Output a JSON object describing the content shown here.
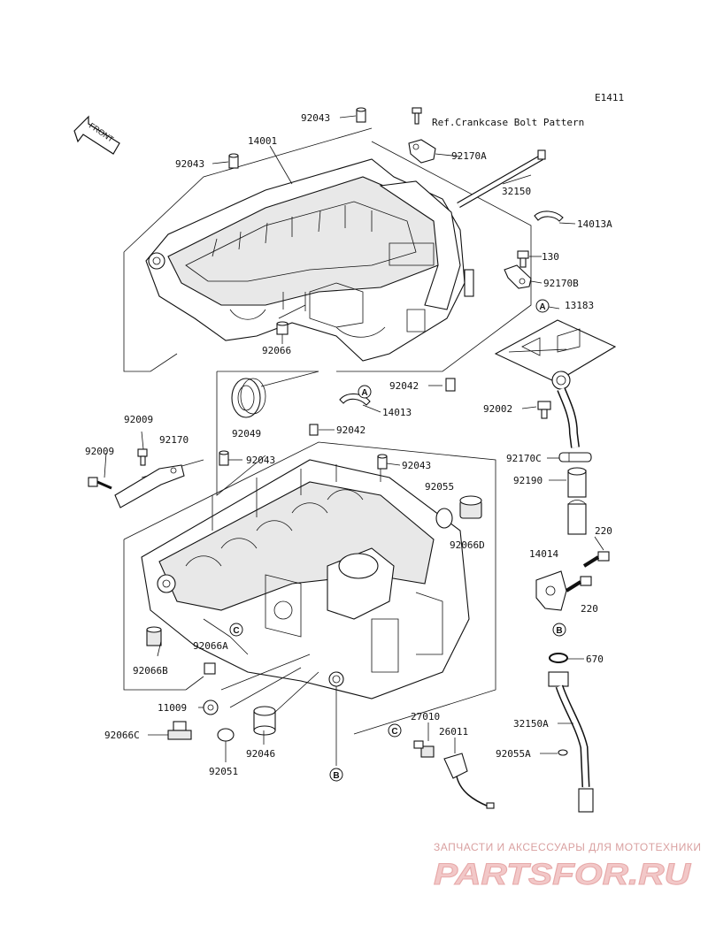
{
  "diagram": {
    "code": "E1411",
    "front_label": "FRONT",
    "ref_note": "Ref.Crankcase Bolt Pattern"
  },
  "callouts": [
    {
      "id": "p14001",
      "label": "14001"
    },
    {
      "id": "p92043_top",
      "label": "92043"
    },
    {
      "id": "p92043_left",
      "label": "92043"
    },
    {
      "id": "p92170A",
      "label": "92170A"
    },
    {
      "id": "p32150",
      "label": "32150"
    },
    {
      "id": "p14013A",
      "label": "14013A"
    },
    {
      "id": "p130",
      "label": "130"
    },
    {
      "id": "p92170B",
      "label": "92170B"
    },
    {
      "id": "p13183",
      "label": "13183"
    },
    {
      "id": "p92066",
      "label": "92066"
    },
    {
      "id": "p92042_a",
      "label": "92042"
    },
    {
      "id": "p14013",
      "label": "14013"
    },
    {
      "id": "p92049",
      "label": "92049"
    },
    {
      "id": "p92042_b",
      "label": "92042"
    },
    {
      "id": "p92002",
      "label": "92002"
    },
    {
      "id": "p92009_a",
      "label": "92009"
    },
    {
      "id": "p92170",
      "label": "92170"
    },
    {
      "id": "p92009_b",
      "label": "92009"
    },
    {
      "id": "p92043_c",
      "label": "92043"
    },
    {
      "id": "p92043_d",
      "label": "92043"
    },
    {
      "id": "p92055",
      "label": "92055"
    },
    {
      "id": "p92066D",
      "label": "92066D"
    },
    {
      "id": "p92170C",
      "label": "92170C"
    },
    {
      "id": "p92190",
      "label": "92190"
    },
    {
      "id": "p220_a",
      "label": "220"
    },
    {
      "id": "p14014",
      "label": "14014"
    },
    {
      "id": "p220_b",
      "label": "220"
    },
    {
      "id": "p670",
      "label": "670"
    },
    {
      "id": "p92066B",
      "label": "92066B"
    },
    {
      "id": "p92066A",
      "label": "92066A"
    },
    {
      "id": "p11009",
      "label": "11009"
    },
    {
      "id": "p92066C",
      "label": "92066C"
    },
    {
      "id": "p92046",
      "label": "92046"
    },
    {
      "id": "p92051",
      "label": "92051"
    },
    {
      "id": "p27010",
      "label": "27010"
    },
    {
      "id": "p26011",
      "label": "26011"
    },
    {
      "id": "p32150A",
      "label": "32150A"
    },
    {
      "id": "p92055A",
      "label": "92055A"
    }
  ],
  "markers": [
    "A",
    "A",
    "B",
    "B",
    "C",
    "C"
  ],
  "watermark": {
    "tagline": "ЗАПЧАСТИ И АКСЕССУАРЫ ДЛЯ МОТОТЕХНИКИ",
    "brand": "PARTSFOR.RU"
  }
}
